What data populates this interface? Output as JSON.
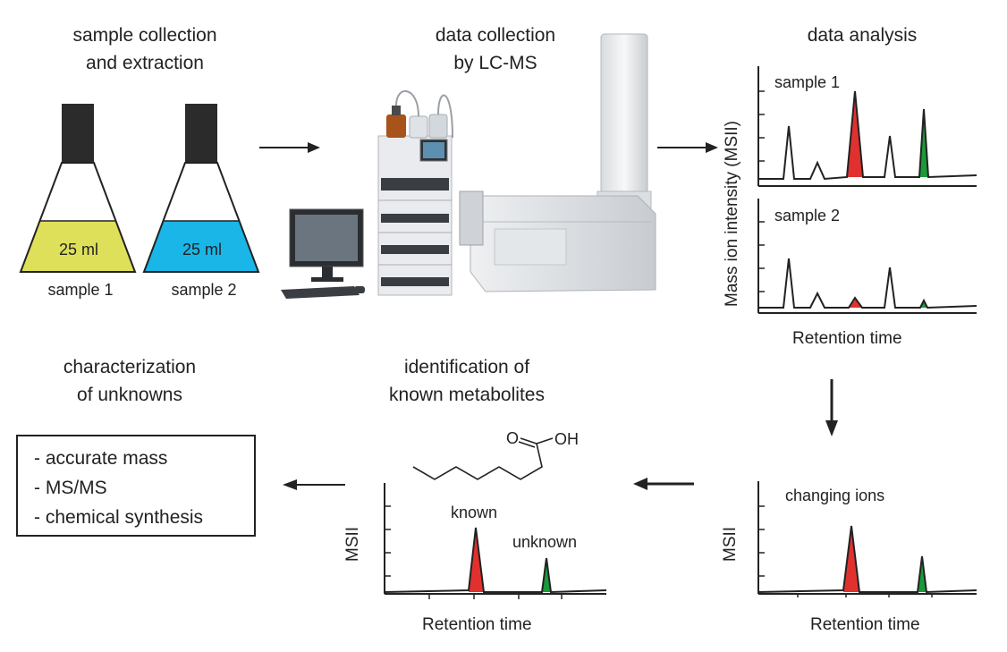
{
  "colors": {
    "sample1_liquid": "#dfe05a",
    "sample2_liquid": "#1ab6e8",
    "peak_red": "#e0312f",
    "peak_green": "#1a9a3a"
  },
  "steps": {
    "collection": {
      "line1": "sample collection",
      "line2": "and extraction"
    },
    "lcms": {
      "line1": "data collection",
      "line2": "by LC-MS"
    },
    "analysis": {
      "title": "data analysis"
    },
    "identification": {
      "line1": "identification of",
      "line2": "known metabolites"
    },
    "characterization": {
      "line1": "characterization",
      "line2": "of unknowns"
    }
  },
  "flasks": [
    {
      "volume": "25 ml",
      "label": "sample 1"
    },
    {
      "volume": "25 ml",
      "label": "sample 2"
    }
  ],
  "analysis_plots": {
    "ylabel": "Mass ion intensity (MSII)",
    "xlabel": "Retention time",
    "sample1_label": "sample 1",
    "sample2_label": "sample 2"
  },
  "changing_plot": {
    "title": "changing ions",
    "ylabel": "MSII",
    "xlabel": "Retention time"
  },
  "known_plot": {
    "ylabel": "MSII",
    "xlabel": "Retention time",
    "known_label": "known",
    "unknown_label": "unknown"
  },
  "molecule": {
    "carbonyl": "O",
    "hydroxyl": "OH"
  },
  "methods": [
    "- accurate mass",
    "- MS/MS",
    "- chemical synthesis"
  ]
}
